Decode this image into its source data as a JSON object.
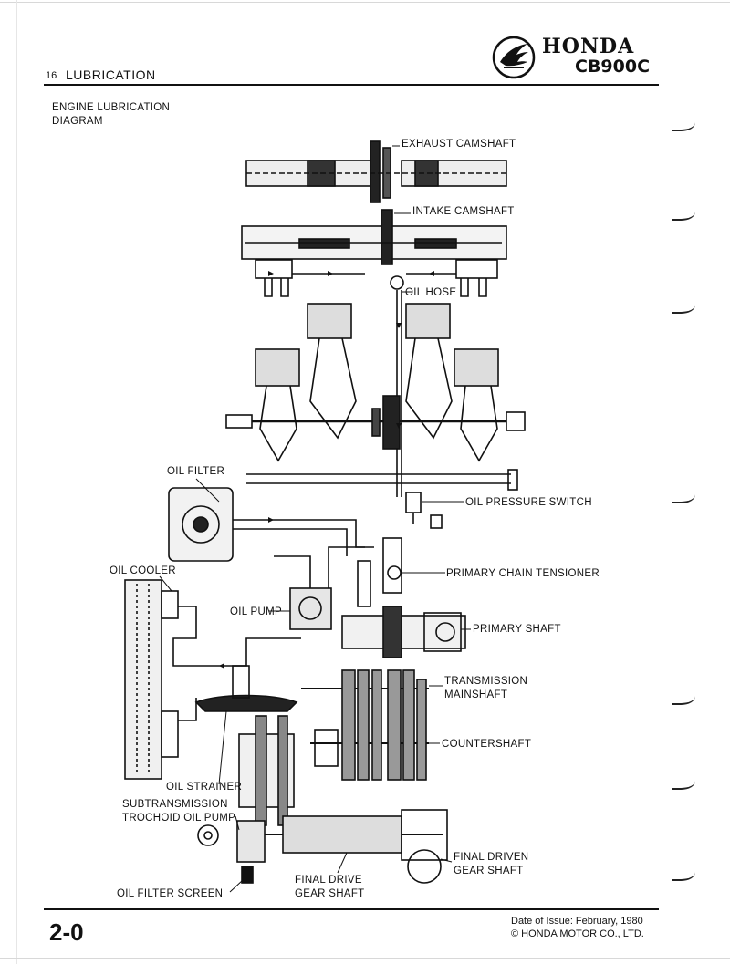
{
  "header": {
    "section_number": "16",
    "section_title": "LUBRICATION",
    "brand": "HONDA",
    "model": "CB900C"
  },
  "diagram": {
    "title": "ENGINE LUBRICATION DIAGRAM",
    "labels": {
      "exhaust_camshaft": "EXHAUST CAMSHAFT",
      "intake_camshaft": "INTAKE CAMSHAFT",
      "oil_hose": "OIL HOSE",
      "oil_filter": "OIL FILTER",
      "oil_pressure_switch": "OIL PRESSURE SWITCH",
      "oil_cooler": "OIL COOLER",
      "primary_chain_tensioner": "PRIMARY CHAIN TENSIONER",
      "oil_pump": "OIL PUMP",
      "primary_shaft": "PRIMARY SHAFT",
      "transmission_mainshaft_1": "TRANSMISSION",
      "transmission_mainshaft_2": "MAINSHAFT",
      "countershaft": "COUNTERSHAFT",
      "oil_strainer": "OIL STRAINER",
      "subtransmission_1": "SUBTRANSMISSION",
      "subtransmission_2": "TROCHOID OIL PUMP",
      "final_driven_1": "FINAL DRIVEN",
      "final_driven_2": "GEAR SHAFT",
      "final_drive_1": "FINAL DRIVE",
      "final_drive_2": "GEAR SHAFT",
      "oil_filter_screen": "OIL FILTER SCREEN"
    }
  },
  "footer": {
    "page_number": "2-0",
    "issue_date": "Date of Issue:  February, 1980",
    "copyright": "© HONDA MOTOR CO., LTD."
  }
}
